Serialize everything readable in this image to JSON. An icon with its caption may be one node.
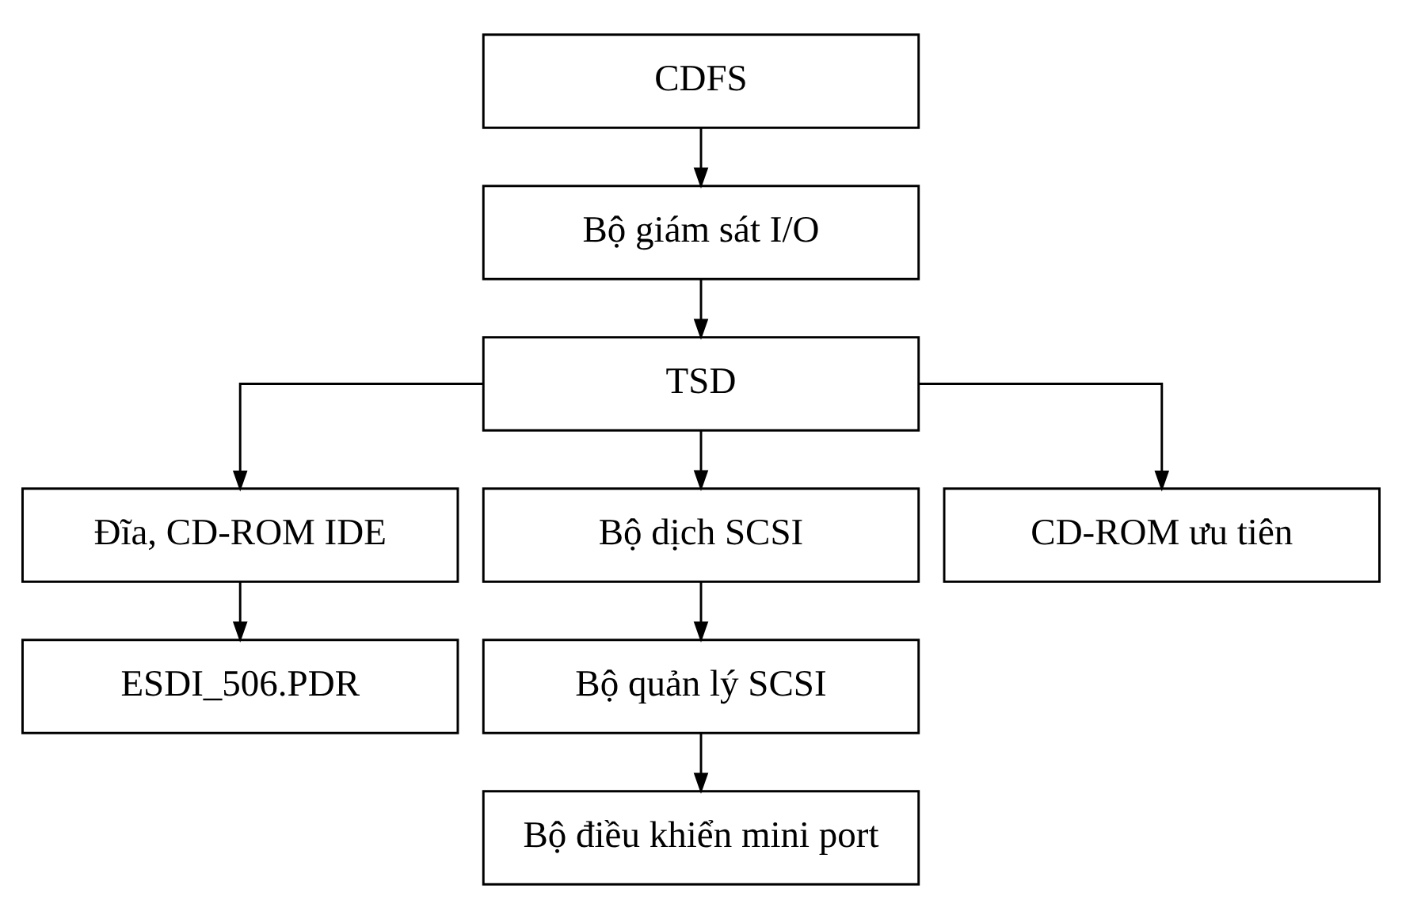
{
  "diagram": {
    "nodes": [
      {
        "text": [
          "CDFS"
        ]
      },
      {
        "text": [
          "Bộ giám sát I/O"
        ]
      },
      {
        "text": [
          "TSD"
        ]
      },
      {
        "text": [
          "Đĩa, CD-ROM IDE"
        ]
      },
      {
        "text": [
          "Bộ dịch SCSI"
        ]
      },
      {
        "text": [
          "CD-ROM ưu tiên"
        ]
      },
      {
        "text": [
          "ESDI_506.PDR"
        ]
      },
      {
        "text": [
          "Bộ quản lý SCSI"
        ]
      },
      {
        "text": [
          "Bộ điều khiển mini port"
        ]
      }
    ],
    "edges": [
      {
        "from": 0,
        "to": 1,
        "arrow": "to"
      },
      {
        "from": 1,
        "to": 2,
        "arrow": "to"
      },
      {
        "from": 2,
        "to": 3,
        "arrow": "to"
      },
      {
        "from": 2,
        "to": 4,
        "arrow": "to"
      },
      {
        "from": 2,
        "to": 5,
        "arrow": "to"
      },
      {
        "from": 3,
        "to": 6,
        "arrow": "to"
      },
      {
        "from": 4,
        "to": 7,
        "arrow": "to"
      },
      {
        "from": 7,
        "to": 8,
        "arrow": "to"
      }
    ]
  }
}
